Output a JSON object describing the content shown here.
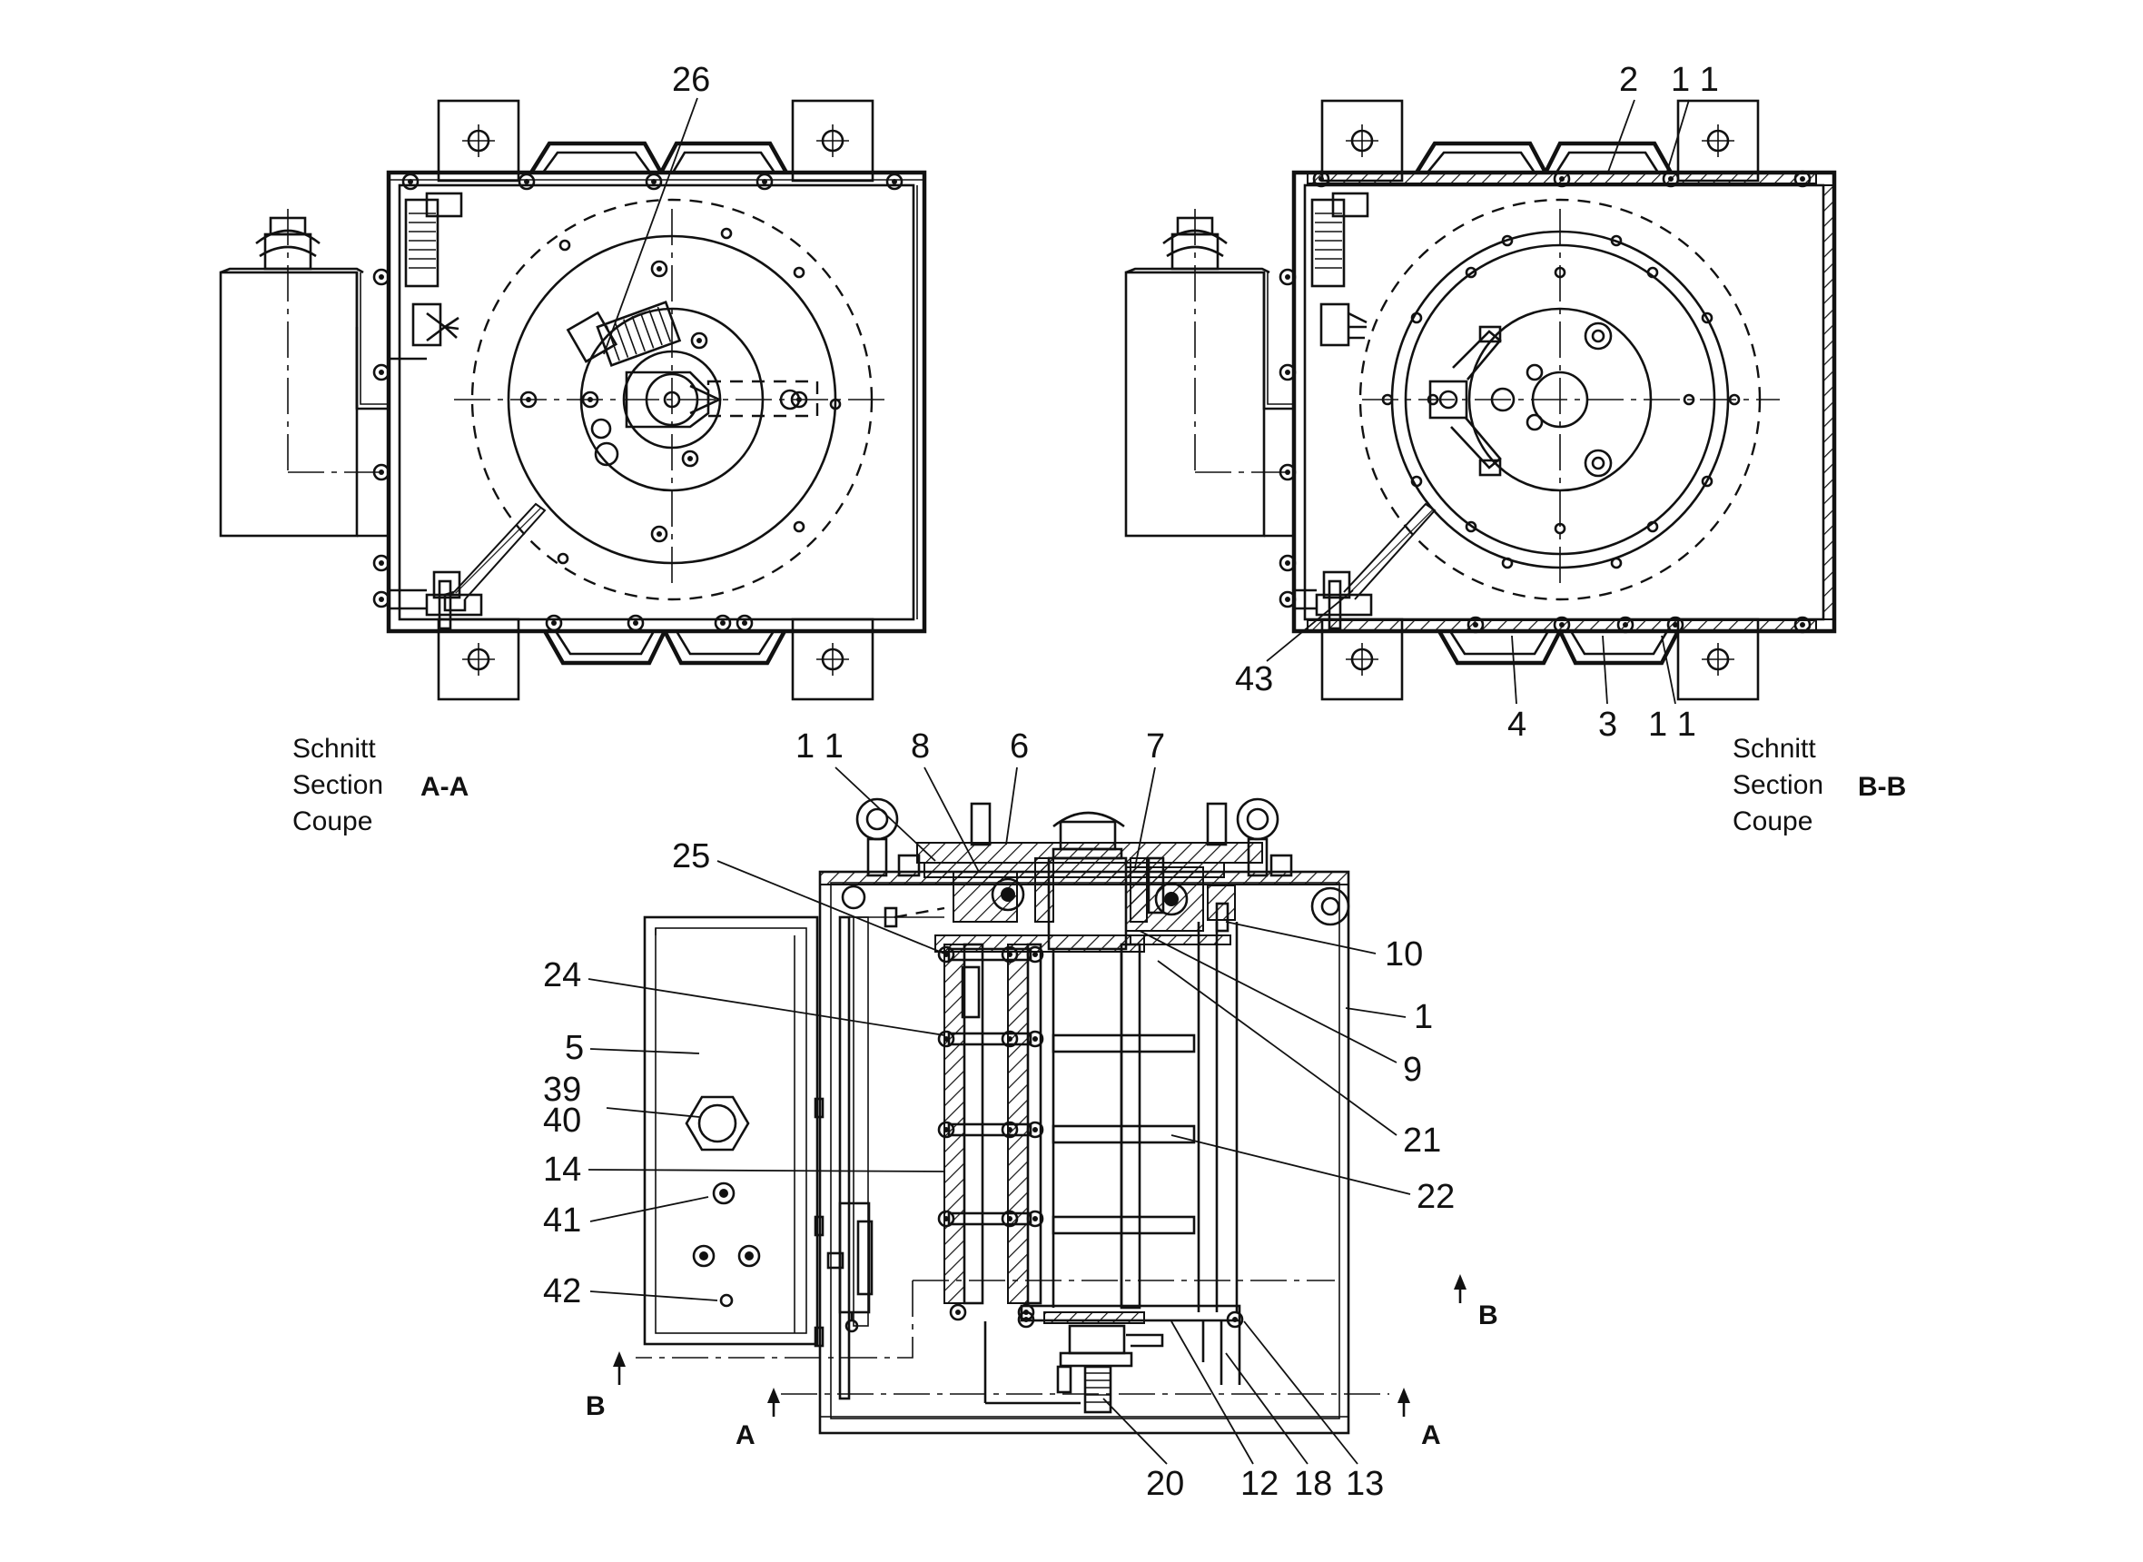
{
  "captions": {
    "left": {
      "line1": "Schnitt",
      "line2": "Section",
      "line3": "Coupe",
      "mark": "A-A"
    },
    "right": {
      "line1": "Schnitt",
      "line2": "Section",
      "line3": "Coupe",
      "mark": "B-B"
    }
  },
  "section_marks": {
    "a": "A",
    "b": "B"
  },
  "callouts": {
    "c26": "26",
    "c2": "2",
    "c11_top": "1 1",
    "c43": "43",
    "c4": "4",
    "c3": "3",
    "c11_bottom": "1 1",
    "c11_mid": "1 1",
    "c8": "8",
    "c6": "6",
    "c7": "7",
    "c25": "25",
    "c10": "10",
    "c24": "24",
    "c1": "1",
    "c5": "5",
    "c9": "9",
    "c39": "39",
    "c40": "40",
    "c21": "21",
    "c14": "14",
    "c22": "22",
    "c41": "41",
    "c42": "42",
    "c20": "20",
    "c12": "12",
    "c18": "18",
    "c13": "13"
  }
}
